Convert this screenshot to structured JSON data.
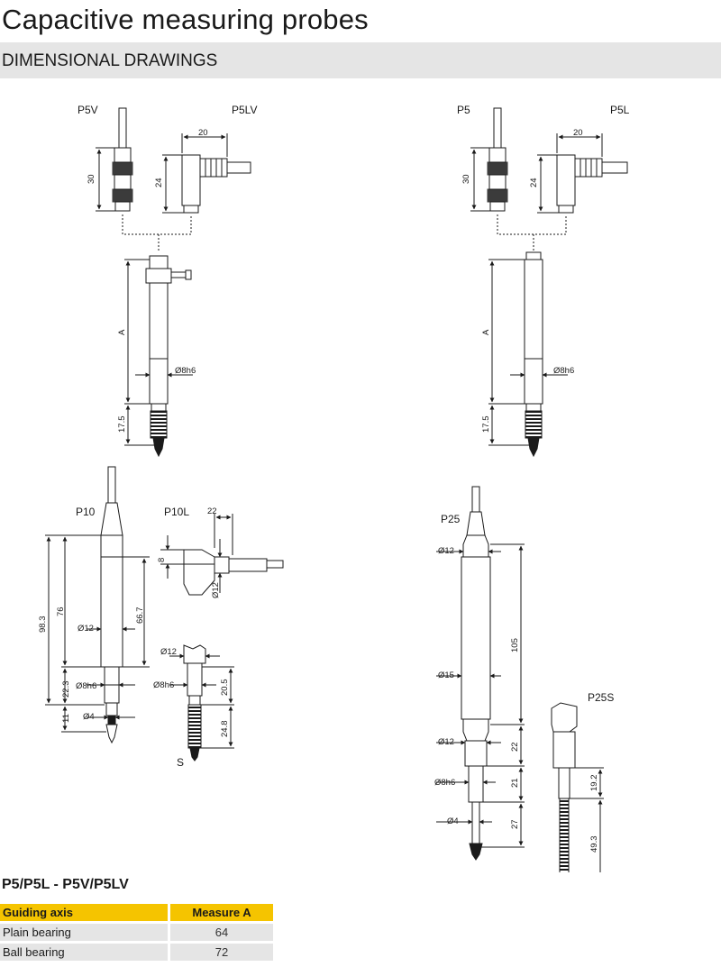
{
  "page": {
    "title": "Capacitive measuring probes",
    "section": "DIMENSIONAL DRAWINGS"
  },
  "drawing_labels": {
    "p5v": "P5V",
    "p5lv": "P5LV",
    "p5": "P5",
    "p5l": "P5L",
    "p10": "P10",
    "p10l": "P10L",
    "p25": "P25",
    "p25s": "P25S",
    "s": "S"
  },
  "dimensions": {
    "top_left": {
      "w20": "20",
      "h30": "30",
      "h24": "24",
      "a": "A",
      "d8": "Ø8h6",
      "l175": "17.5"
    },
    "top_right": {
      "w20": "20",
      "h30": "30",
      "h24": "24",
      "a": "A",
      "d8": "Ø8h6",
      "l175": "17.5"
    },
    "p10": {
      "w22": "22",
      "h8": "8",
      "d12_conn": "Ø12",
      "l983": "98.3",
      "l76": "76",
      "l667": "66.7",
      "d12": "Ø12",
      "l223": "22.3",
      "d8": "Ø8h6",
      "l11": "11",
      "d4": "Ø4",
      "d12_s": "Ø12",
      "d8_s": "Ø8h6",
      "l205": "20.5",
      "l248": "24.8"
    },
    "p25": {
      "d12_top": "Ø12",
      "l105": "105",
      "d15": "Ø15",
      "d12_bot": "Ø12",
      "l22": "22",
      "d8": "Ø8h6",
      "l21": "21",
      "d4": "Ø4",
      "l27": "27",
      "l192": "19.2",
      "l493": "49.3"
    }
  },
  "table": {
    "title": "P5/P5L - P5V/P5LV",
    "headers": [
      "Guiding axis",
      "Measure A"
    ],
    "rows": [
      [
        "Plain bearing",
        "64"
      ],
      [
        "Ball bearing",
        "72"
      ]
    ]
  },
  "colors": {
    "accent": "#f5c400",
    "band": "#e5e5e5",
    "line": "#1a1a1a"
  }
}
